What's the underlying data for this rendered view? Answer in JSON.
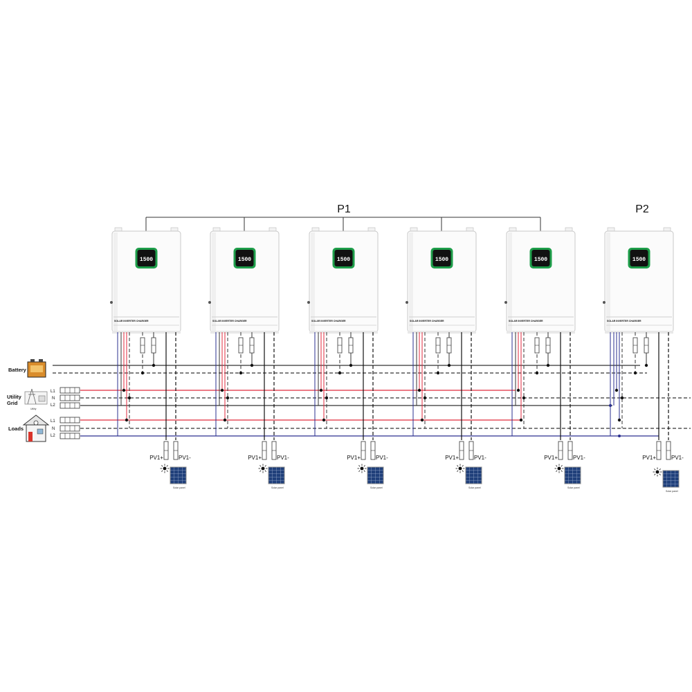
{
  "groups": [
    {
      "label": "P1",
      "inverter_count": 5
    },
    {
      "label": "P2",
      "inverter_count": 1
    }
  ],
  "left_labels": {
    "battery": "Battery",
    "utility_line1": "Utility",
    "utility_line2": "Grid",
    "utility_small": "Utility",
    "loads": "Loads"
  },
  "terminals": {
    "grid": [
      "L1",
      "N",
      "L2"
    ],
    "loads": [
      "L1",
      "N",
      "L2"
    ]
  },
  "inverter": {
    "display_text": "1500",
    "front_label": "SOLAR INVERTER CHARGER",
    "count": 6
  },
  "pv": {
    "plus_label": "PV1+",
    "minus_label": "PV1-",
    "panel_caption": "Solar panel"
  },
  "colors": {
    "line_red": "#e02a3c",
    "line_dark": "#333333",
    "line_blue": "#2a2f8f",
    "lcd_bezel": "#1e9e4a",
    "lcd_screen": "#111111",
    "panel_blue": "#1f3f7a"
  }
}
